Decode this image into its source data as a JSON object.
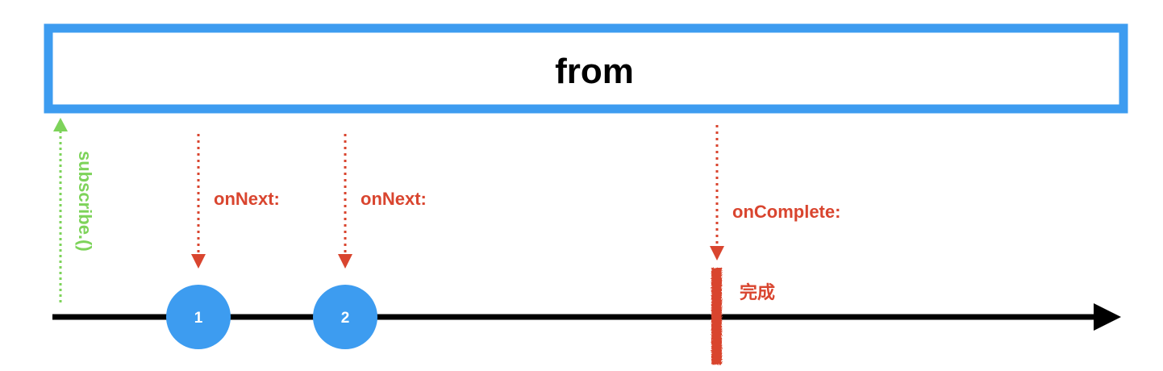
{
  "operator": {
    "title": "from"
  },
  "subscribe": {
    "label": "subscribe.()"
  },
  "events": [
    {
      "label": "onNext:",
      "value": "1"
    },
    {
      "label": "onNext:",
      "value": "2"
    }
  ],
  "complete": {
    "label": "onComplete:",
    "caption": "完成"
  },
  "colors": {
    "operator_border": "#3d9cf0",
    "subscribe": "#7dd35a",
    "event": "#d9452f",
    "marble": "#3d9cf0",
    "timeline": "#000000"
  }
}
